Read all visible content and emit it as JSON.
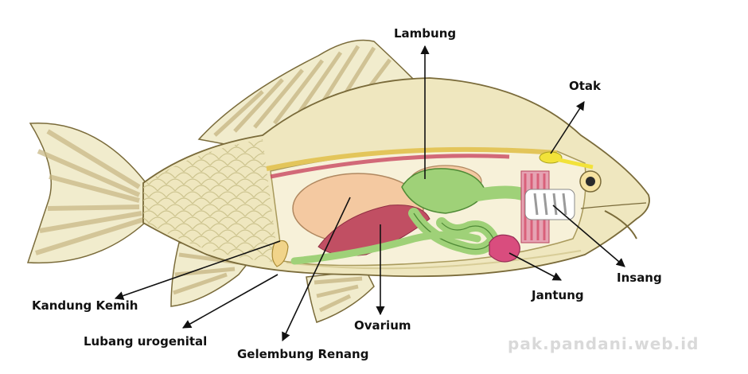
{
  "labels": {
    "lambung": "Lambung",
    "otak": "Otak",
    "insang": "Insang",
    "jantung": "Jantung",
    "ovarium": "Ovarium",
    "gelembung_renang": "Gelembung Renang",
    "lubang_urogenital": "Lubang urogenital",
    "kandung_kemih": "Kandung Kemih"
  },
  "watermark": "pak.pandani.web.id",
  "colors": {
    "body": "#efe7bf",
    "fin": "#f1eccd",
    "fin_stripe": "#c8b886",
    "scale_line": "#c9c08a",
    "swim_bladder": "#f4c9a1",
    "digestive": "#9fd178",
    "kidney_red": "#c8475f",
    "gill_red": "#d9607a",
    "heart": "#d94d7e",
    "brain": "#f2e23a",
    "outline": "#7a6b3a"
  }
}
